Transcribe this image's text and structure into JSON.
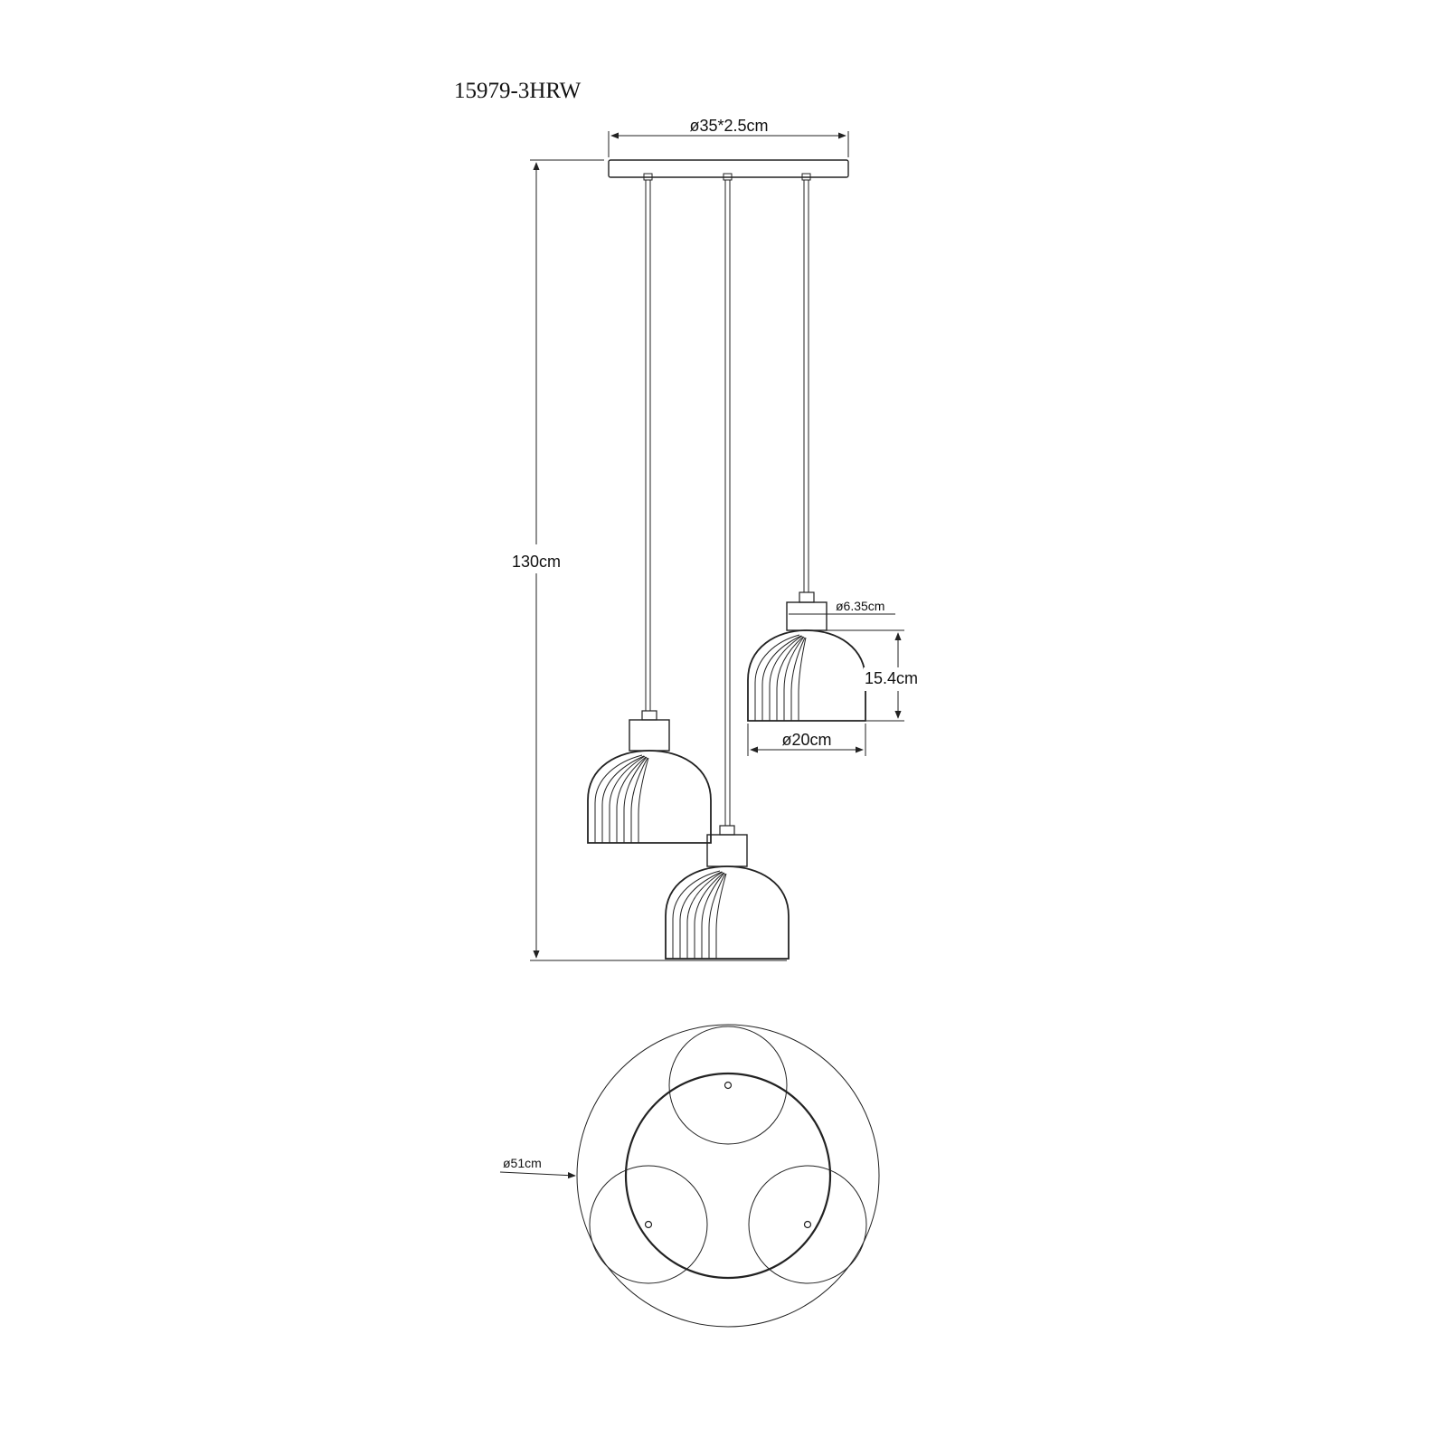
{
  "model_number": "15979-3HRW",
  "dimensions": {
    "canopy": "ø35*2.5cm",
    "overall_height": "130cm",
    "socket": "ø6.35cm",
    "shade_height": "15.4cm",
    "shade_diameter": "ø20cm",
    "footprint": "ø51cm"
  },
  "colors": {
    "line": "#222222",
    "background": "#ffffff"
  }
}
